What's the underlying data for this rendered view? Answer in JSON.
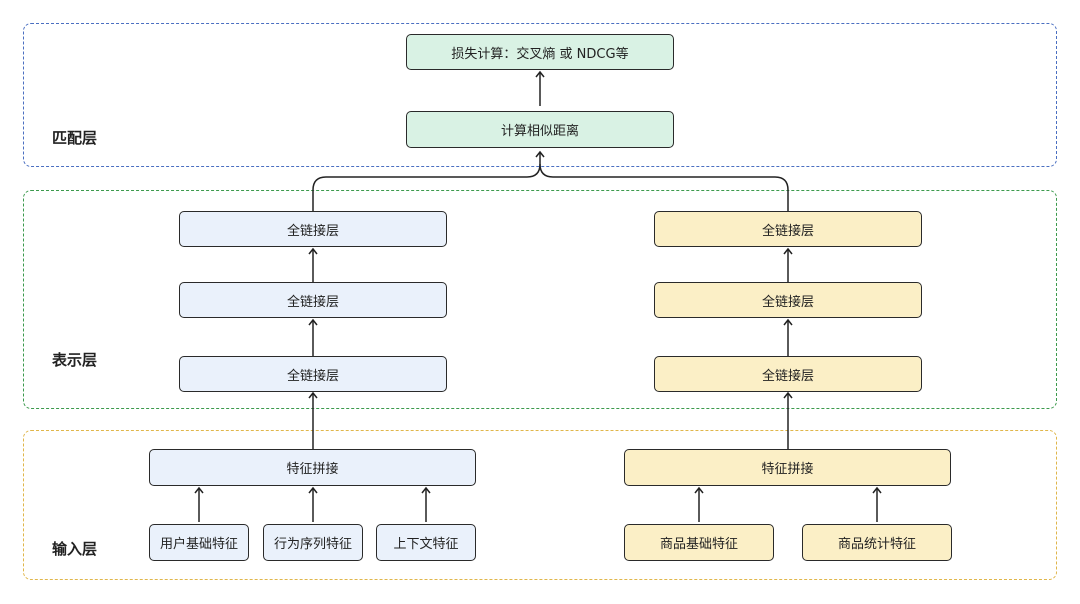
{
  "layers": {
    "match": {
      "label": "匹配层",
      "border_color": "#4a6fc1"
    },
    "repr": {
      "label": "表示层",
      "border_color": "#3c9a4d"
    },
    "input": {
      "label": "输入层",
      "border_color": "#e0b64a"
    }
  },
  "nodes": {
    "loss": "损失计算：交叉熵 或 NDCG等",
    "similarity": "计算相似距离",
    "user_fc3": "全链接层",
    "user_fc2": "全链接层",
    "user_fc1": "全链接层",
    "user_concat": "特征拼接",
    "user_basic": "用户基础特征",
    "user_behavior": "行为序列特征",
    "user_context": "上下文特征",
    "item_fc3": "全链接层",
    "item_fc2": "全链接层",
    "item_fc1": "全链接层",
    "item_concat": "特征拼接",
    "item_basic": "商品基础特征",
    "item_stats": "商品统计特征"
  },
  "colors": {
    "match_fill": "#d9f2e4",
    "user_fill": "#eaf1fb",
    "item_fill": "#fbefc6",
    "stroke": "#2a2a2a"
  }
}
